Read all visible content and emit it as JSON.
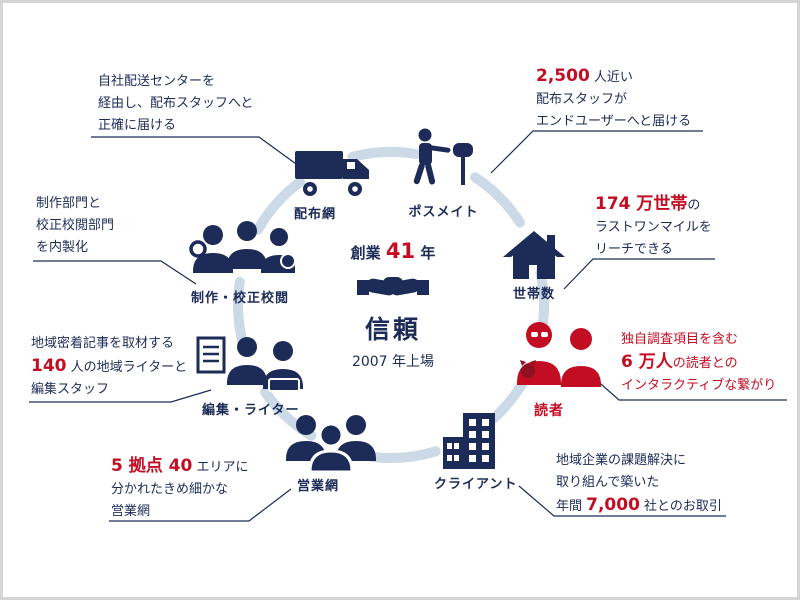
{
  "colors": {
    "navy": "#1c2b57",
    "red": "#c30d23",
    "arc": "#ccd9e6"
  },
  "center": {
    "founding_prefix": "創業 ",
    "founding_number": "41",
    "founding_suffix": " 年",
    "title": "信頼",
    "subtitle": "2007 年上場"
  },
  "nodes": {
    "distribution": {
      "label": "配布網"
    },
    "postmate": {
      "label": "ポスメイト"
    },
    "households": {
      "label": "世帯数"
    },
    "readers": {
      "label": "読者"
    },
    "clients": {
      "label": "クライアント"
    },
    "sales": {
      "label": "営業網"
    },
    "editors": {
      "label": "編集・ライター"
    },
    "production": {
      "label": "制作・校正校閲"
    }
  },
  "callouts": {
    "delivery": {
      "line1": "自社配送センターを",
      "line2": "経由し、配布スタッフへと",
      "line3": "正確に届ける"
    },
    "staff": {
      "num": "2,500",
      "line1_rest": " 人近い",
      "line2": "配布スタッフが",
      "line3": "エンドユーザーへと届ける"
    },
    "households": {
      "num": "174 万世帯",
      "line1_rest": "の",
      "line2": "ラストワンマイルを",
      "line3": "リーチできる"
    },
    "readers": {
      "line1": "独自調査項目を含む",
      "num": "6 万人",
      "line2_rest": "の読者との",
      "line3": "インタラクティブな繋がり"
    },
    "clients": {
      "line1": "地域企業の課題解決に",
      "line2": "取り組んで築いた",
      "line3_pre": "年間 ",
      "num": "7,000",
      "line3_rest": " 社とのお取引"
    },
    "sales": {
      "num": "5 拠点 40",
      "line1_rest": " エリアに",
      "line2": "分かれたきめ細かな",
      "line3": "営業網"
    },
    "writers": {
      "line1": "地域密着記事を取材する",
      "num": "140",
      "line2_rest": " 人の地域ライターと",
      "line3": "編集スタッフ"
    },
    "production": {
      "line1": "制作部門と",
      "line2": "校正校閲部門",
      "line3": "を内製化"
    }
  }
}
